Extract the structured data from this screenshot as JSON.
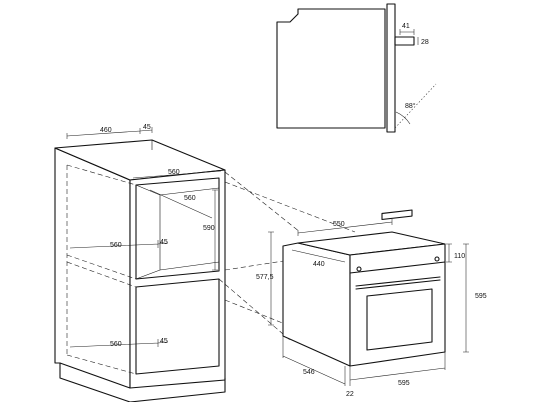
{
  "dimensions": {
    "plinth_depth": "460",
    "plinth_gap": "45",
    "cabinet_width": "560",
    "inner_depth": "560",
    "cabinet_height": "590",
    "mid_shelf_width": "560",
    "mid_shelf_gap": "45",
    "bottom_shelf_width": "560",
    "bottom_shelf_gap": "45",
    "cutout_height": "577,5",
    "oven_top_width": "550",
    "oven_depth": "440",
    "panel_height": "110",
    "oven_height": "595",
    "oven_total_depth": "546",
    "front_thickness": "22",
    "oven_width": "595",
    "side_handle_width": "41",
    "side_handle_height": "28",
    "door_angle": "88°"
  }
}
